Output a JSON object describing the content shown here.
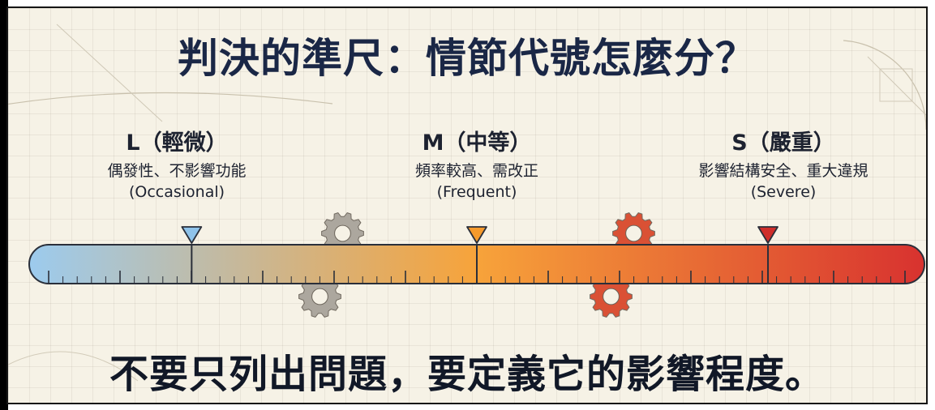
{
  "title": "判決的準尺：情節代號怎麼分？",
  "subtitle": "不要只列出問題，要定義它的影響程度。",
  "scale": {
    "gradient": [
      "#9ccbee",
      "#f7a33a",
      "#d8322f"
    ],
    "levels": [
      {
        "code": "L",
        "heading": "L（輕微）",
        "description": "偶發性、不影響功能",
        "english": "(Occasional)",
        "position": 0.167,
        "marker_color": "#8fc3ea"
      },
      {
        "code": "M",
        "heading": "M（中等）",
        "description": "頻率較高、需改正",
        "english": "(Frequent)",
        "position": 0.5,
        "marker_color": "#f59a2c"
      },
      {
        "code": "S",
        "heading": "S（嚴重）",
        "description": "影響結構安全、重大違規",
        "english": "(Severe)",
        "position": 0.84,
        "marker_color": "#cf2e2b"
      }
    ],
    "gears": [
      {
        "name": "gear-gray",
        "position": 0.33,
        "color": "#a9a49b"
      },
      {
        "name": "gear-red",
        "position": 0.67,
        "color": "#d9492c"
      }
    ]
  }
}
